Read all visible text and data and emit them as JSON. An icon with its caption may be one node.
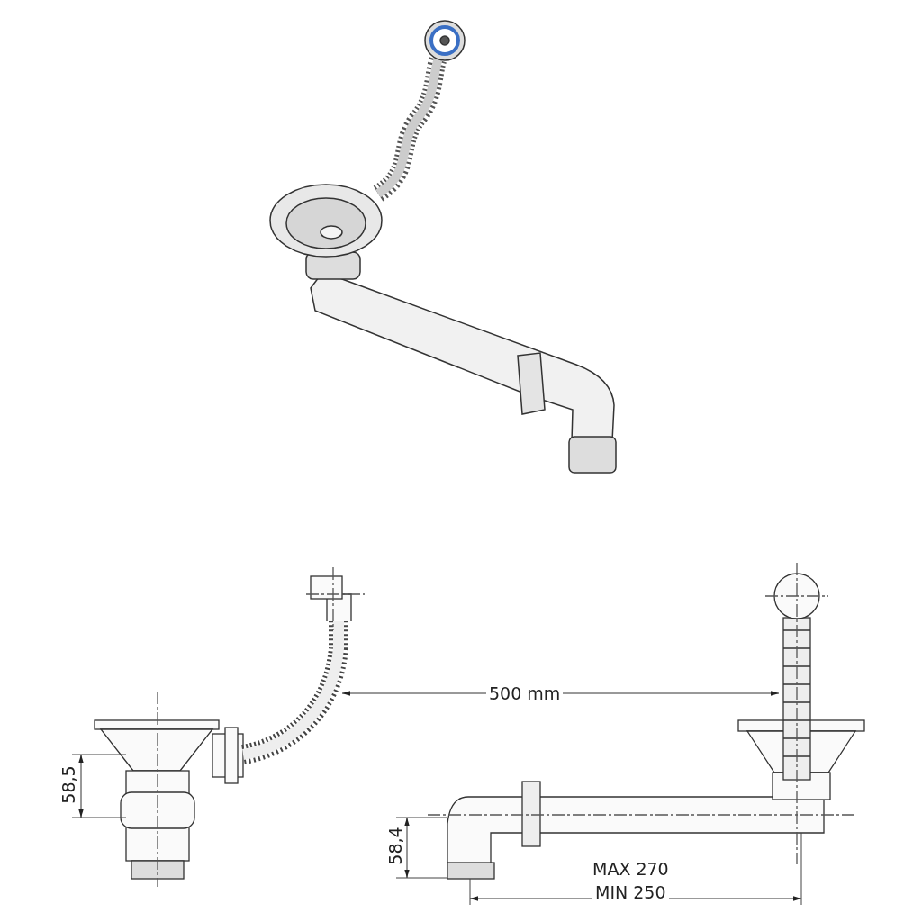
{
  "diagram": {
    "labels": [
      "500 mm",
      "58,5",
      "58,4",
      "MAX 270",
      "MIN 250"
    ]
  }
}
